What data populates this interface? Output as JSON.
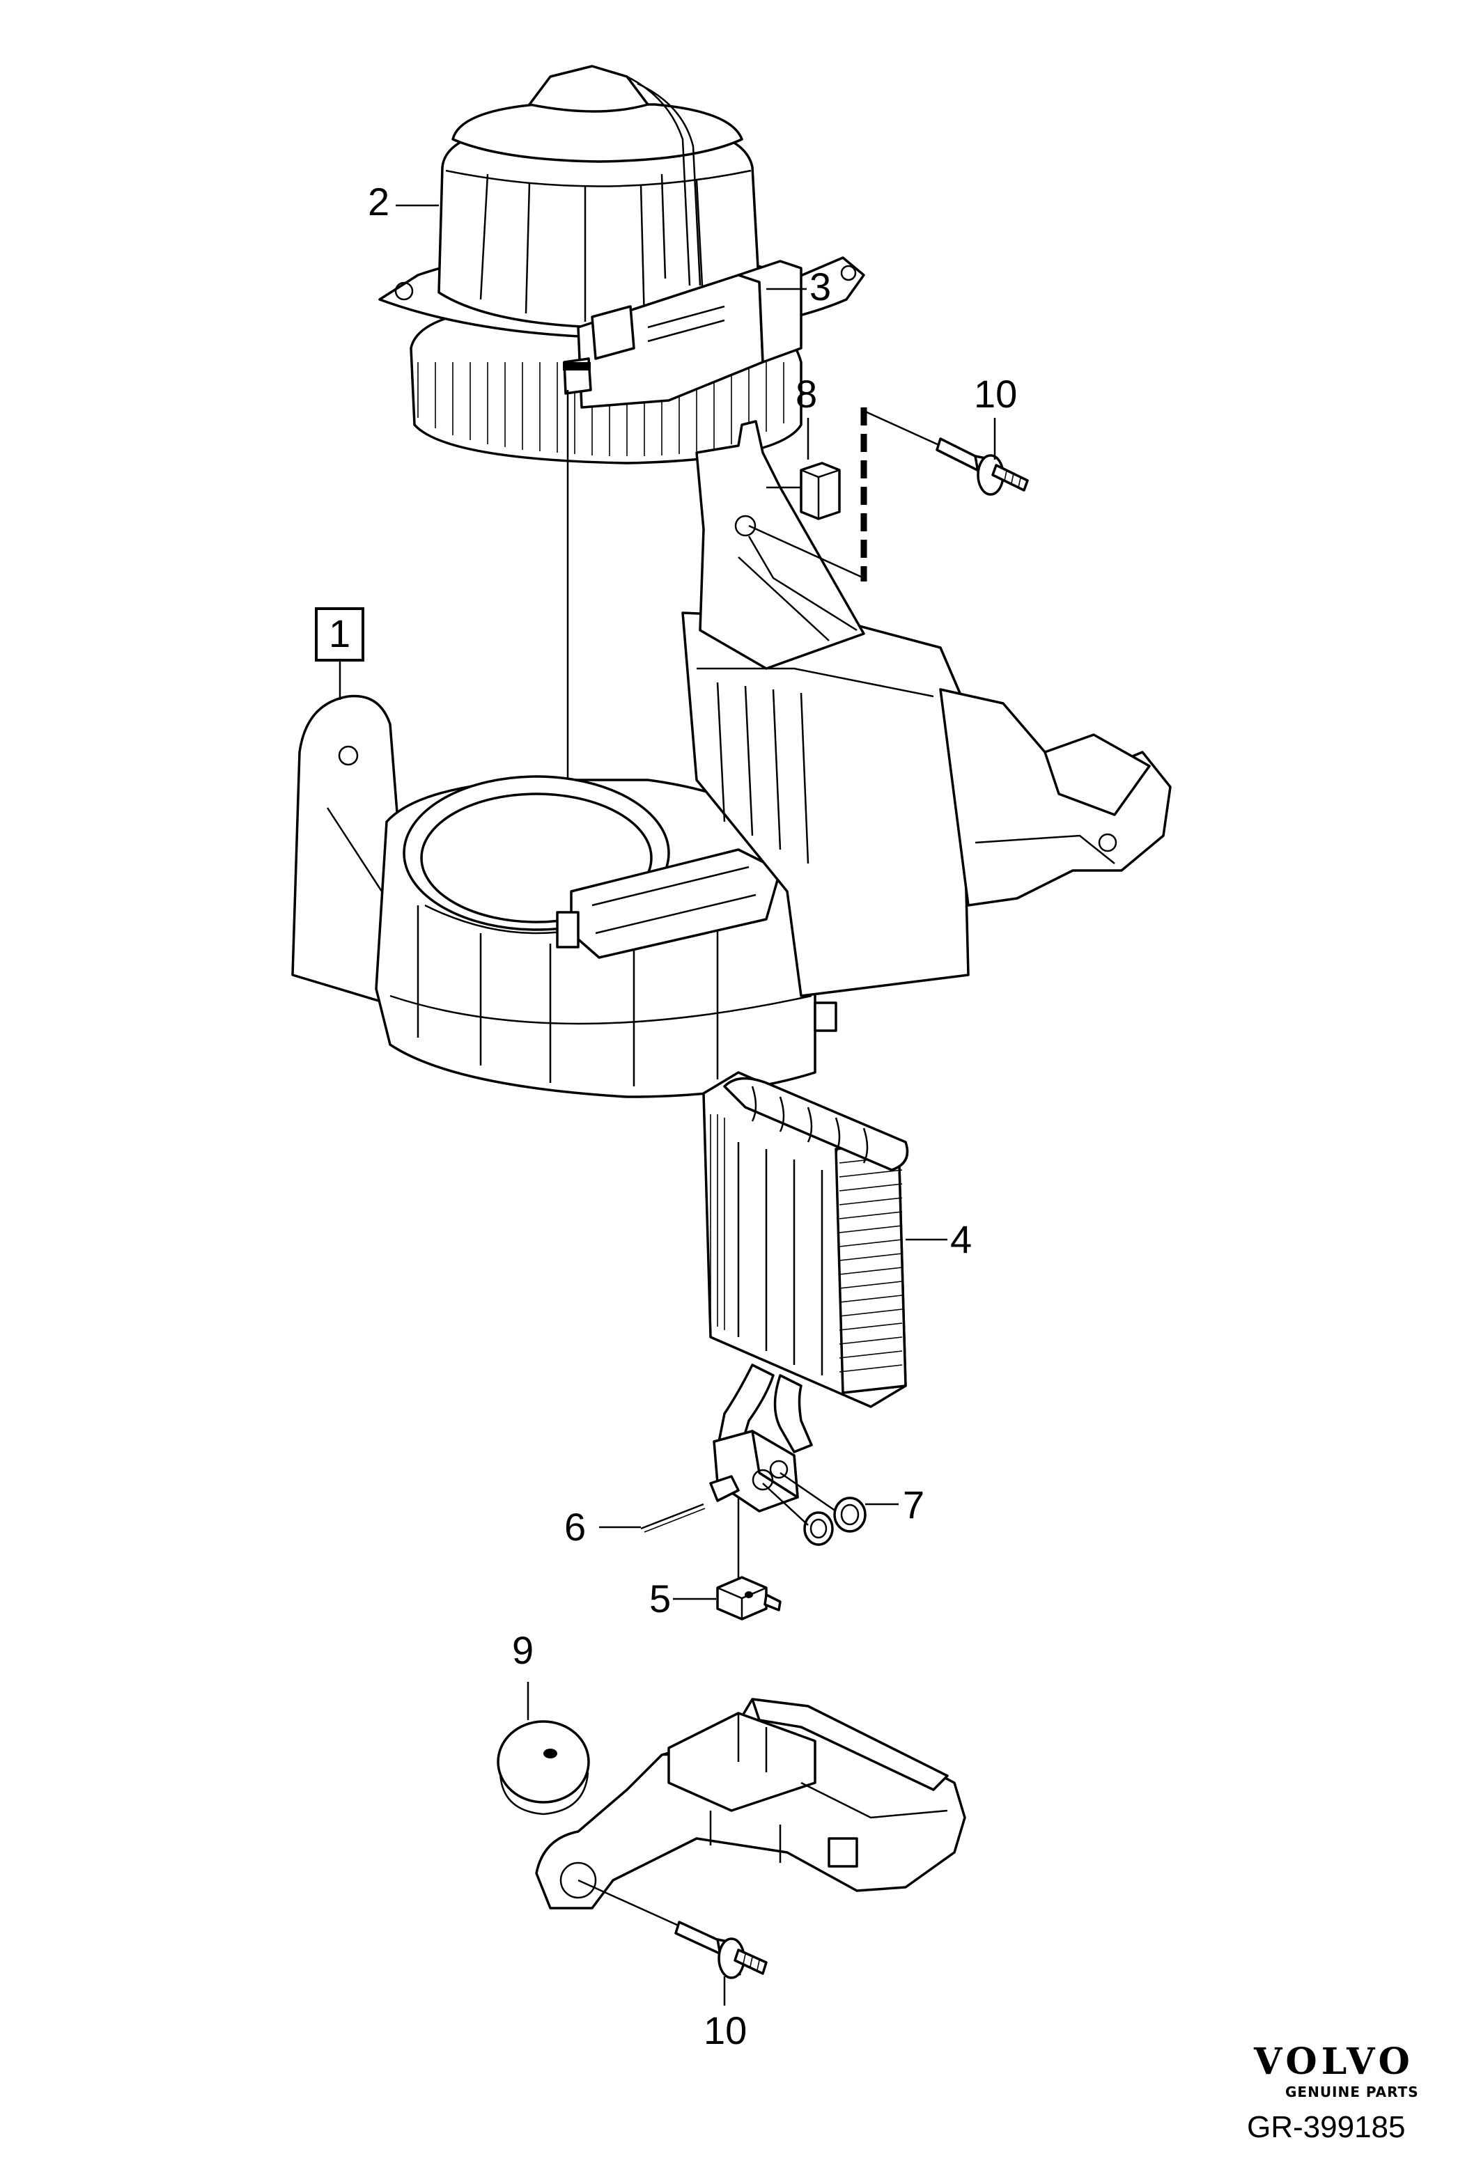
{
  "callouts": {
    "c1": "1",
    "c2": "2",
    "c3": "3",
    "c4": "4",
    "c5": "5",
    "c6": "6",
    "c7": "7",
    "c8": "8",
    "c9": "9",
    "c10a": "10",
    "c10b": "10"
  },
  "branding": {
    "logo_text": "VOLVO",
    "logo_subtext": "GENUINE PARTS"
  },
  "reference_number": "GR-399185"
}
